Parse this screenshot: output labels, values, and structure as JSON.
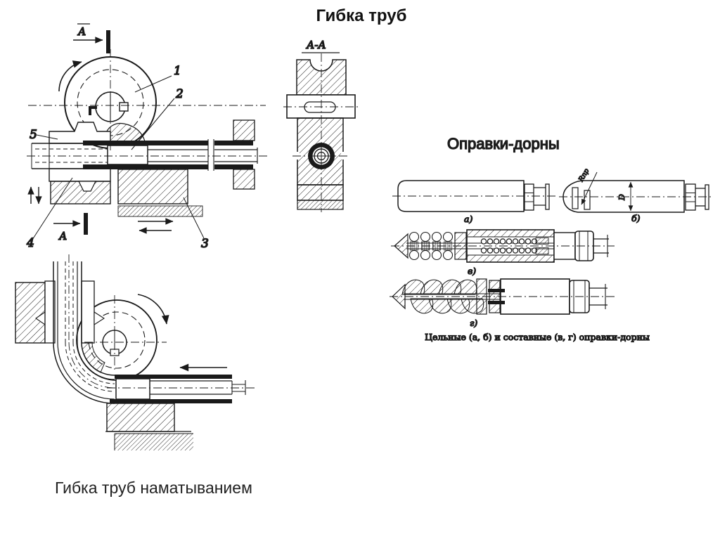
{
  "slide": {
    "title": "Гибка труб"
  },
  "colors": {
    "background": "#ffffff",
    "ink": "#1a1a1a"
  },
  "bottom_caption": "Гибка труб наматыванием",
  "top_drawing": {
    "section_marker_top": "А",
    "section_marker_bottom": "А",
    "label_1": "1",
    "label_2": "2",
    "label_3": "3",
    "label_4": "4",
    "label_5": "5"
  },
  "section_view": {
    "title": "А-А"
  },
  "mandrels": {
    "heading": "Оправки-дорны",
    "label_a": "а)",
    "label_b": "б)",
    "label_v": "в)",
    "label_g": "г)",
    "dim_diameter": "D",
    "dim_radius": "Rпр",
    "caption": "Цельные (а, б) и составные (в, г) оправки-дорны"
  }
}
